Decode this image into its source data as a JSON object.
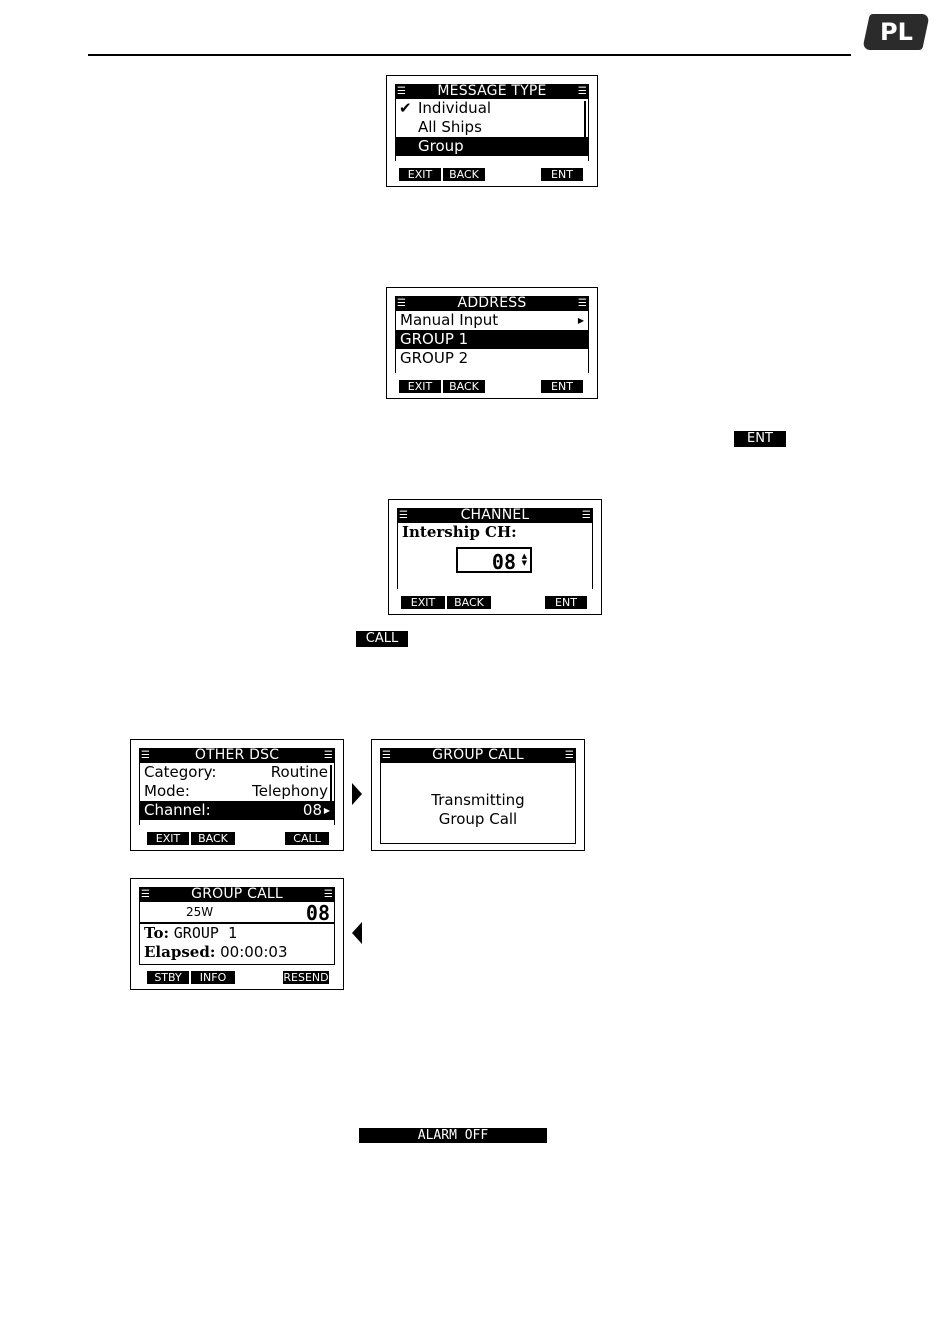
{
  "page": {
    "language_badge": "PL"
  },
  "screen_message_type": {
    "title": "MESSAGE TYPE",
    "items": [
      {
        "label": "Individual",
        "checked": true
      },
      {
        "label": "All Ships",
        "checked": false
      },
      {
        "label": "Group",
        "checked": false,
        "selected": true
      }
    ],
    "softkeys": [
      "EXIT",
      "BACK",
      "ENT"
    ]
  },
  "screen_address": {
    "title": "ADDRESS",
    "items": [
      "Manual Input",
      "GROUP 1",
      "GROUP 2"
    ],
    "softkeys": [
      "EXIT",
      "BACK",
      "ENT"
    ]
  },
  "key_ent": "ENT",
  "screen_channel": {
    "title": "CHANNEL",
    "label": "Intership CH:",
    "value": "08",
    "softkeys": [
      "EXIT",
      "BACK",
      "ENT"
    ]
  },
  "key_call": "CALL",
  "screen_other_dsc": {
    "title": "OTHER DSC",
    "rows": [
      {
        "label": "Category:",
        "value": "Routine"
      },
      {
        "label": "Mode:",
        "value": "Telephony"
      },
      {
        "label": "Channel:",
        "value": "08"
      }
    ],
    "softkeys": [
      "EXIT",
      "BACK",
      "CALL"
    ]
  },
  "screen_group_call_tx": {
    "title": "GROUP CALL",
    "line1": "Transmitting",
    "line2": "Group Call"
  },
  "screen_group_call_status": {
    "title": "GROUP CALL",
    "power": "25W",
    "channel": "08",
    "to_label": "To:",
    "to_value": "GROUP 1",
    "elapsed_label": "Elapsed:",
    "elapsed_value": "00:00:03",
    "softkeys": [
      "STBY",
      "INFO",
      "RESEND"
    ]
  },
  "key_alarm_off": "ALARM OFF"
}
